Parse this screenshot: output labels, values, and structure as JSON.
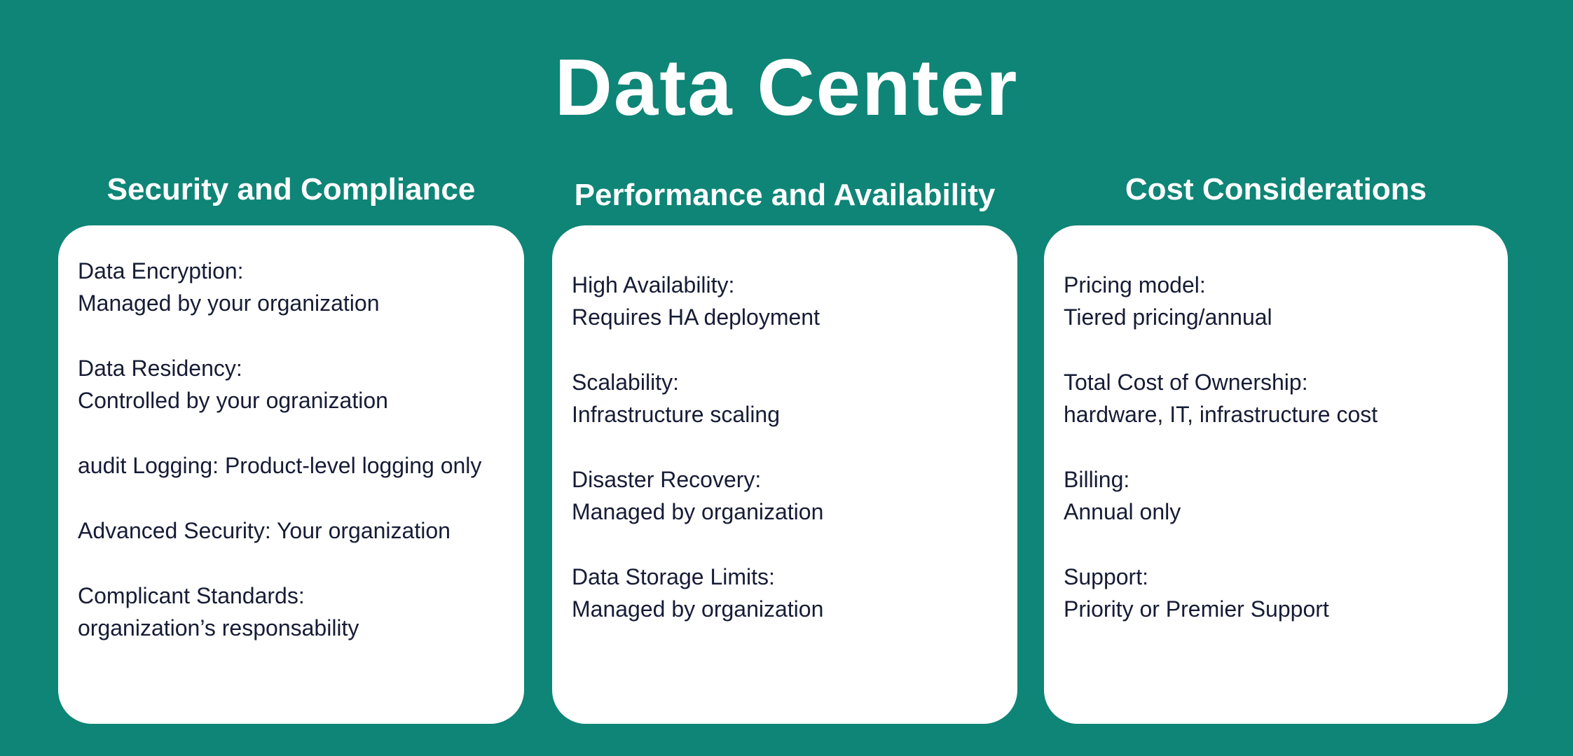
{
  "title": "Data Center",
  "colors": {
    "background": "#0E8576",
    "card_background": "#FFFFFF",
    "heading_text": "#FFFFFF",
    "body_text": "#161C35"
  },
  "columns": [
    {
      "header": "Security and Compliance",
      "items": [
        "Data Encryption:\nManaged by your organization",
        "Data Residency:\nControlled by your ogranization",
        "audit Logging: Product-level logging only",
        "Advanced Security: Your organization",
        "Complicant Standards:\norganization’s responsability"
      ]
    },
    {
      "header": "Performance and Availability",
      "items": [
        "High Availability:\nRequires HA deployment",
        "Scalability:\nInfrastructure scaling",
        "Disaster Recovery:\nManaged by organization",
        "Data Storage Limits:\nManaged by organization"
      ]
    },
    {
      "header": "Cost Considerations",
      "items": [
        "Pricing model:\nTiered pricing/annual",
        "Total Cost of Ownership:\nhardware, IT, infrastructure cost",
        "Billing:\nAnnual only",
        "Support:\nPriority or Premier Support"
      ]
    }
  ]
}
